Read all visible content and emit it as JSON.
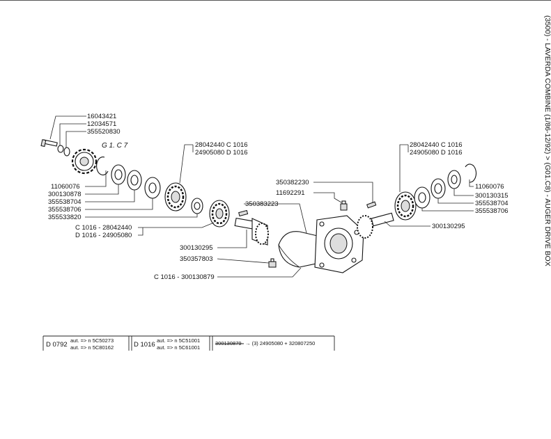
{
  "page": {
    "title": "(3500) - LAVERDA COMBINE (1/86-12/92) > (G01.C8) - AUGER DRIVE BOX"
  },
  "diagram": {
    "group_ref": "G 1. C 7",
    "labels": {
      "p16043421": "16043421",
      "p12034571": "12034571",
      "p355520830": "355520830",
      "p11060076_left": "11060076",
      "p300130878": "300130878",
      "p355538704_left": "355538704",
      "p355538706_left": "355538706",
      "p355533820": "355533820",
      "c1016_28042440_left": "C 1016 - 28042440",
      "d1016_24905080_left": "D 1016 - 24905080",
      "p300130295_left": "300130295",
      "p350357803": "350357803",
      "c1016_300130879": "C 1016 - 300130879",
      "bearing_left_c": "28042440 C 1016",
      "bearing_left_d": "24905080 D 1016",
      "p350383223": "350383223",
      "p350382230": "350382230",
      "p11692291": "11692291",
      "bearing_right_c": "28042440 C 1016",
      "bearing_right_d": "24905080 D 1016",
      "p11060076_right": "11060076",
      "p300130315": "300130315",
      "p355538704_right": "355538704",
      "p355538706_right": "355538706",
      "p300130295_right": "300130295"
    }
  },
  "notes_table": {
    "d0792": {
      "code": "D 0792",
      "line1": "aut. => n 5C50273",
      "line2": "aut. => n 5C80162"
    },
    "d1016": {
      "code": "D 1016",
      "line1": "aut. => n 5C51001",
      "line2": "aut. => n 5C61001"
    },
    "replacement": {
      "old_part": "300130879",
      "text": "→ (3) 24905080 + 320807250"
    }
  }
}
